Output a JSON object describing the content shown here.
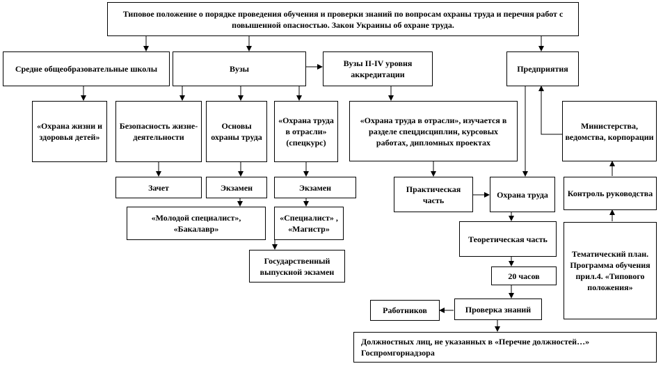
{
  "nodes": {
    "root": "Типовое положение о порядке проведения обучения и проверки знаний по вопросам охраны труда и перечня работ с повышенной опасностью. Закон Украины об охране труда.",
    "schools": "Средне общеобразовательные школы",
    "universities": "Вузы",
    "universities_2_4": "Вузы II-IV уровня аккредитации",
    "enterprises": "Предприятия",
    "child_health": "«Охрана жизни и здоровья детей»",
    "life_safety": "Безопасность жизне-деятельности",
    "labor_basics": "Основы охраны труда",
    "industry_special": "«Охрана труда в отрасли» (спецкурс)",
    "industry_sections": "«Охрана труда в отрасли», изучается в разделе спецдисциплин, курсовых работах, дипломных проектах",
    "ministries": "Министерства, ведомства, корпорации",
    "credit": "Зачет",
    "exam_1": "Экзамен",
    "exam_2": "Экзамен",
    "practical": "Практическая часть",
    "labor_protection": "Охрана труда",
    "mgmt_control": "Контроль руководства",
    "young_specialist": "«Молодой специалист», «Бакалавр»",
    "specialist_master": "«Специалист» , «Магистр»",
    "theoretical": "Теоретическая часть",
    "thematic_plan": "Тематический план. Программа обучения прил.4. «Типового положения»",
    "state_exam": "Государственный выпускной экзамен",
    "hours_20": "20 часов",
    "workers": "Работников",
    "knowledge_check": "Проверка знаний",
    "officials": "Должностных лиц, не указанных в «Перечне должностей…» Госпромгорнадзора"
  }
}
